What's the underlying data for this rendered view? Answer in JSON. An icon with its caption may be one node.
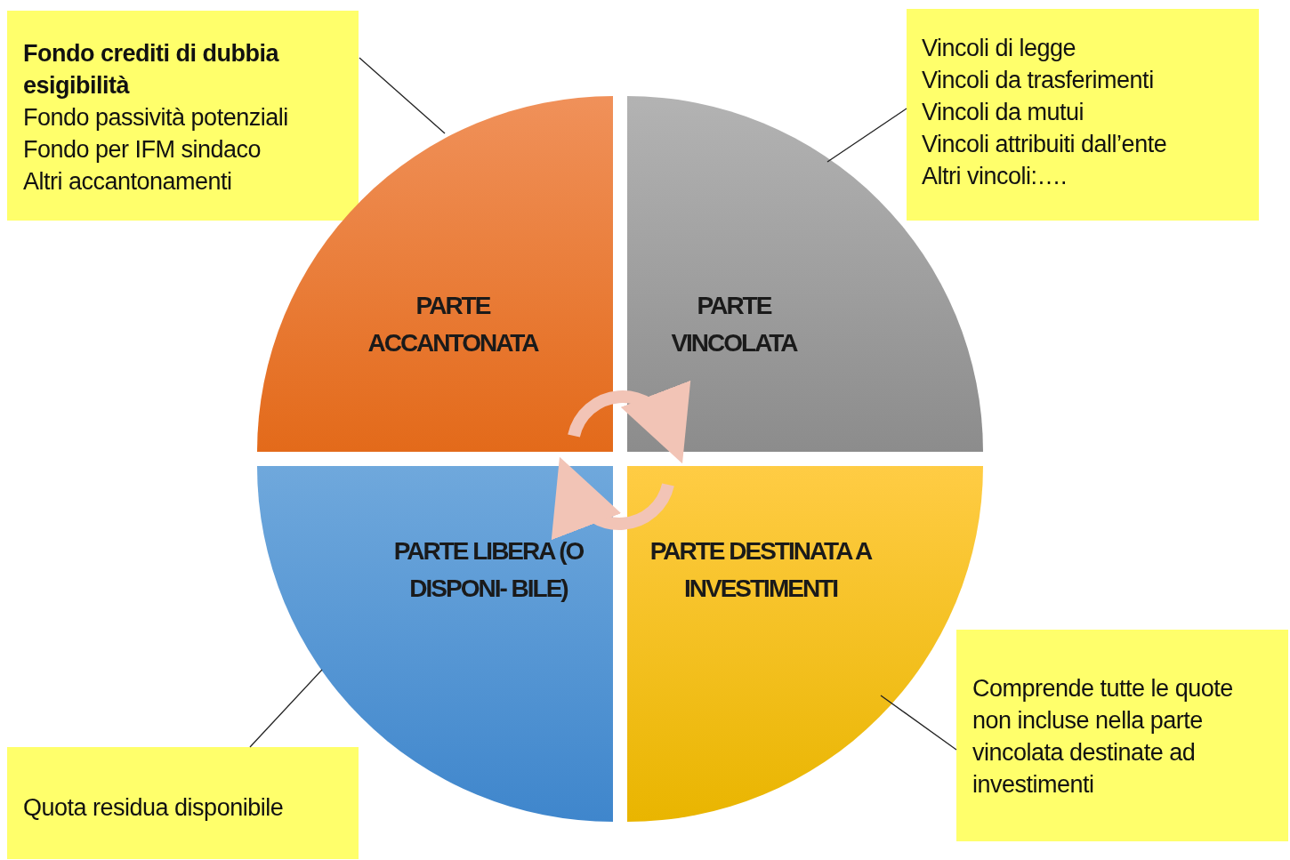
{
  "diagram": {
    "nodes": [
      {
        "text": [
          "Fondo crediti di dubbia esigibilità",
          "Fondo passività potenziali",
          "Fondo per IFM sindaco",
          "Altri accantonamenti"
        ]
      },
      {
        "text": [
          "Vincoli di legge",
          "Vincoli da trasferimenti",
          "Vincoli da mutui",
          "Vincoli attribuiti dall’ente",
          "Altri vincoli:…."
        ]
      },
      {
        "text": [
          "PARTE ACCANTONATA"
        ]
      },
      {
        "text": [
          "PARTE VINCOLATA"
        ]
      },
      {
        "text": [
          "PARTE LIBERA (O DISPONI- BILE)"
        ]
      },
      {
        "text": [
          "PARTE DESTINATA A INVESTIMENTI"
        ]
      },
      {
        "text": [
          "Quota residua disponibile"
        ]
      },
      {
        "text": [
          "Comprende tutte le quote non incluse nella parte vincolata destinate ad investimenti"
        ]
      }
    ],
    "edges": [
      {
        "from": 0,
        "to": 2,
        "arrow": "none"
      },
      {
        "from": 1,
        "to": 3,
        "arrow": "none"
      },
      {
        "from": 6,
        "to": 4,
        "arrow": "none"
      },
      {
        "from": 7,
        "to": 5,
        "arrow": "none"
      },
      {
        "from": 2,
        "to": 3,
        "arrow": "to",
        "style": "thick",
        "color": "#f2c4b6"
      },
      {
        "from": 5,
        "to": 4,
        "arrow": "to",
        "style": "thick",
        "color": "#f2c4b6"
      }
    ]
  }
}
